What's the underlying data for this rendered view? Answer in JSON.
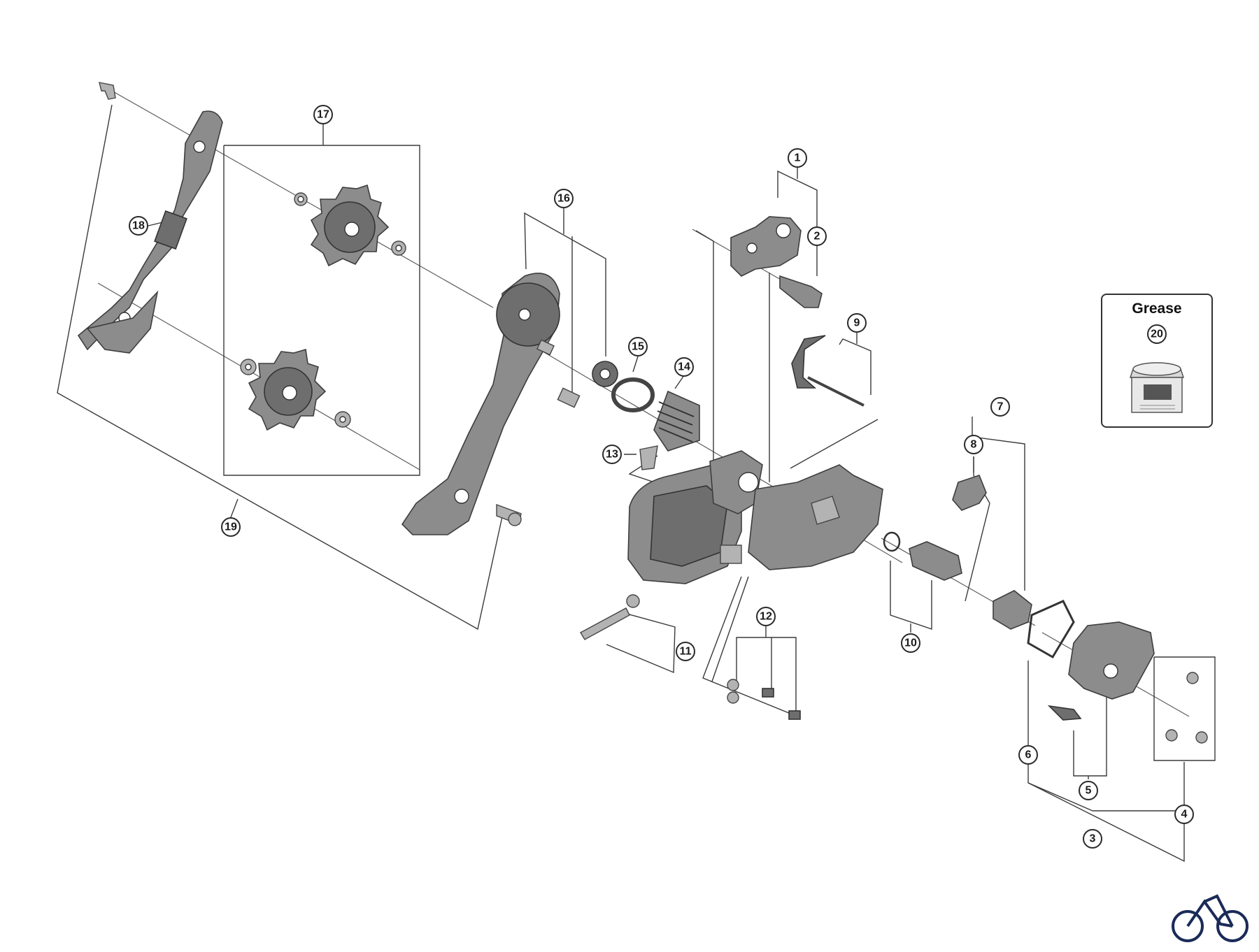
{
  "grease_box": {
    "title": "Grease"
  },
  "callouts": [
    "1",
    "2",
    "3",
    "4",
    "5",
    "6",
    "7",
    "8",
    "9",
    "10",
    "11",
    "12",
    "13",
    "14",
    "15",
    "16",
    "17",
    "18",
    "19",
    "20"
  ],
  "brand_icon": "bicycle-icon"
}
